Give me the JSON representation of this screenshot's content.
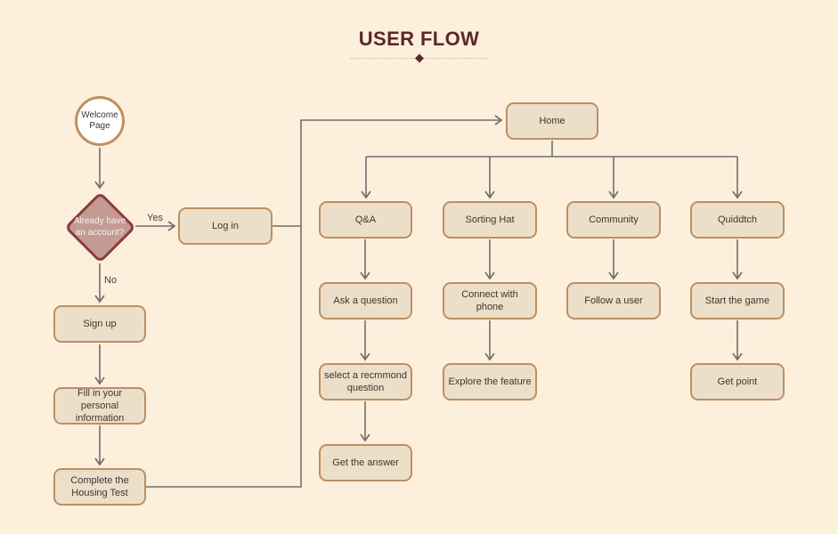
{
  "title": {
    "text": "USER FLOW"
  },
  "edge_labels": {
    "yes": "Yes",
    "no": "No"
  },
  "nodes": {
    "welcome_page": {
      "label": "Welcome Page",
      "type": "circle"
    },
    "account_decision": {
      "label": "Already have an account?",
      "type": "decision"
    },
    "log_in": {
      "label": "Log in"
    },
    "sign_up": {
      "label": "Sign up"
    },
    "fill_personal_info": {
      "label": "Fill in your personal information"
    },
    "complete_housing_test": {
      "label": "Complete the Housing Test"
    },
    "home": {
      "label": "Home"
    },
    "qa": {
      "label": "Q&A"
    },
    "sorting_hat": {
      "label": "Sorting Hat"
    },
    "community": {
      "label": "Community"
    },
    "quidditch": {
      "label": "Quiddtch"
    },
    "ask_question": {
      "label": "Ask a question"
    },
    "connect_phone": {
      "label": "Connect with phone"
    },
    "follow_user": {
      "label": "Follow a user"
    },
    "start_game": {
      "label": "Start the game"
    },
    "select_question": {
      "label": "select a recmmond question"
    },
    "explore_feature": {
      "label": "Explore the feature"
    },
    "get_point": {
      "label": "Get point"
    },
    "get_answer": {
      "label": "Get the answer"
    }
  },
  "colors": {
    "background": "#fcefdc",
    "node_fill": "#ecdfca",
    "node_border": "#bd8f62",
    "decision_fill": "#c49a94",
    "decision_border": "#8b3c39",
    "decision_text": "#f9f1ec",
    "connector": "#6f6f6f",
    "title": "#5b2826",
    "text": "#3e352c",
    "circle_fill": "#ffffff"
  }
}
